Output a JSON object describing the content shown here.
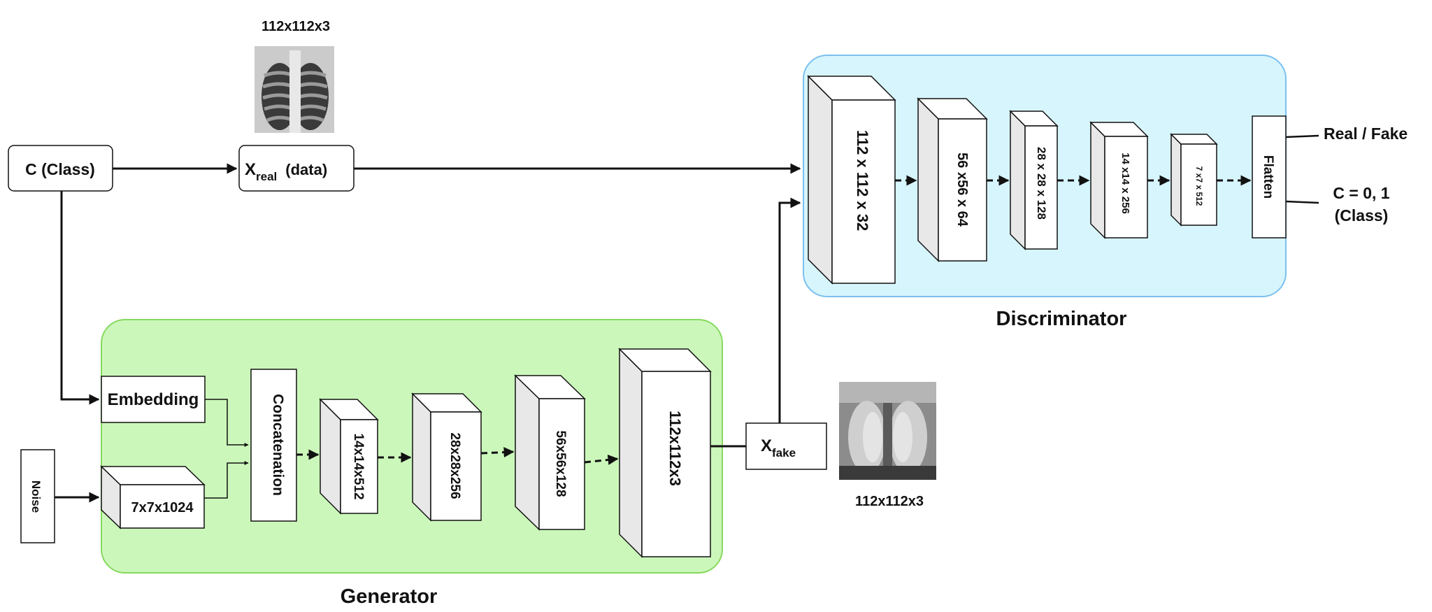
{
  "colors": {
    "generator_bg": "#ccf7bb",
    "generator_border": "#86d95e",
    "discriminator_bg": "#d7f5fd",
    "discriminator_border": "#7cc0ee",
    "arrow": "#111111",
    "box_fill": "#ffffff",
    "box_side": "#e8e8e8"
  },
  "inputs": {
    "class_label": "C (Class)",
    "x_real_main": "X",
    "x_real_sub": "real",
    "x_real_suffix": "(data)",
    "real_image_size": "112x112x3",
    "noise_label": "Noise"
  },
  "generator": {
    "title": "Generator",
    "embedding": "Embedding",
    "noise_block": "7x7x1024",
    "concatenation": "Concatenation",
    "blocks": [
      "14x14x512",
      "28x28x256",
      "56x56x128",
      "112x112x3"
    ]
  },
  "fake": {
    "x_fake_main": "X",
    "x_fake_sub": "fake",
    "fake_image_size": "112x112x3"
  },
  "discriminator": {
    "title": "Discriminator",
    "blocks": [
      "112 x 112 x 32",
      "56 x56 x 64",
      "28 x 28 x 128",
      "14 x14  x 256",
      "7 x7 x 512"
    ],
    "flatten": "Flatten"
  },
  "outputs": {
    "real_fake": "Real / Fake",
    "class_out_line1": "C = 0, 1",
    "class_out_line2": "(Class)"
  }
}
